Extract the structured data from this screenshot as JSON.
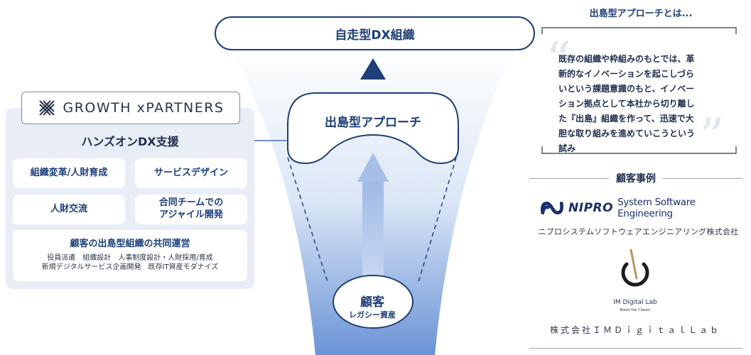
{
  "left_panel": {
    "logo_text": "GROWTH xPARTNERS",
    "title": "ハンズオンDX支援",
    "tiles": [
      {
        "label": "組織変革/人財育成"
      },
      {
        "label": "サービスデザイン"
      },
      {
        "label": "人財交流"
      },
      {
        "label_lines": [
          "合同チームでの",
          "アジャイル開発"
        ]
      }
    ],
    "co_operation": {
      "title": "顧客の出島型組織の共同運営",
      "lines": [
        "役員派遣　組織設計　人事制度設計・人財採用/育成",
        "新規デジタルサービス企画開発　既存IT資産モダナイズ"
      ]
    }
  },
  "center": {
    "top_label": "自走型DX組織",
    "dejima_label": "出島型アプローチ",
    "customer_label": "顧客",
    "legacy_label": "レガシー資産"
  },
  "right_panel": {
    "heading": "出島型アプローチとは...",
    "quote_lines": [
      "既存の組織や枠組みのもとでは、革",
      "新的なイノベーションを起こしづら",
      "いという課題意識のもと、イノベー",
      "ション拠点として本社から切り離し",
      "た『出島』組織を作って、迅速で大",
      "胆な取り組みを進めていこうという",
      "試み"
    ],
    "cases_title": "顧客事例",
    "case1": {
      "logo_word": "NIPRO",
      "logo_sub": "System Software Engineering",
      "name": "ニプロシステムソフトウェアエンジニアリング株式会社"
    },
    "case2": {
      "logo_name": "IM Digital Lab",
      "logo_tagline": "Boost the Classic",
      "name": "株式会社ＩＭＤｉｇｉｔａｌＬａｂ"
    }
  },
  "colors": {
    "navy": "#1f3f78",
    "panel": "#e8edf6",
    "funnel": "#9fb7e3"
  }
}
